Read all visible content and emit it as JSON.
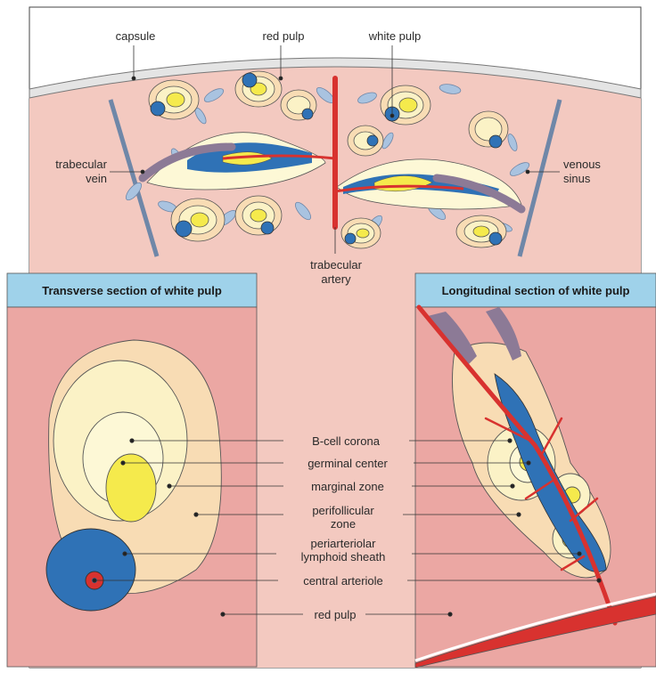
{
  "top_labels": {
    "capsule": "capsule",
    "red_pulp": "red pulp",
    "white_pulp": "white pulp",
    "trabecular_vein_line1": "trabecular",
    "trabecular_vein_line2": "vein",
    "venous_sinus_line1": "venous",
    "venous_sinus_line2": "sinus",
    "trabecular_artery_line1": "trabecular",
    "trabecular_artery_line2": "artery"
  },
  "panels": {
    "transverse_title": "Transverse section of white pulp",
    "longitudinal_title": "Longitudinal section of white pulp"
  },
  "center_labels": {
    "b_cell_corona": "B-cell corona",
    "germinal_center": "germinal center",
    "marginal_zone": "marginal zone",
    "perifollicular_line1": "perifollicular",
    "perifollicular_line2": "zone",
    "pals_line1": "periarteriolar",
    "pals_line2": "lymphoid sheath",
    "central_arteriole": "central arteriole",
    "red_pulp": "red pulp"
  },
  "colors": {
    "red_pulp": "#f3c9c0",
    "panel_bg": "#eba7a3",
    "header_bg": "#9fd2ea",
    "perifollicular": "#f8dcb4",
    "marginal": "#fbf2c6",
    "corona": "#fdf8d6",
    "germinal": "#f5ea4c",
    "pals": "#2f72b6",
    "arteriole": "#d8322f",
    "capsule": "#e4e4e4",
    "trabecula": "#6f87a8",
    "sinus": "#a9c3e0"
  }
}
